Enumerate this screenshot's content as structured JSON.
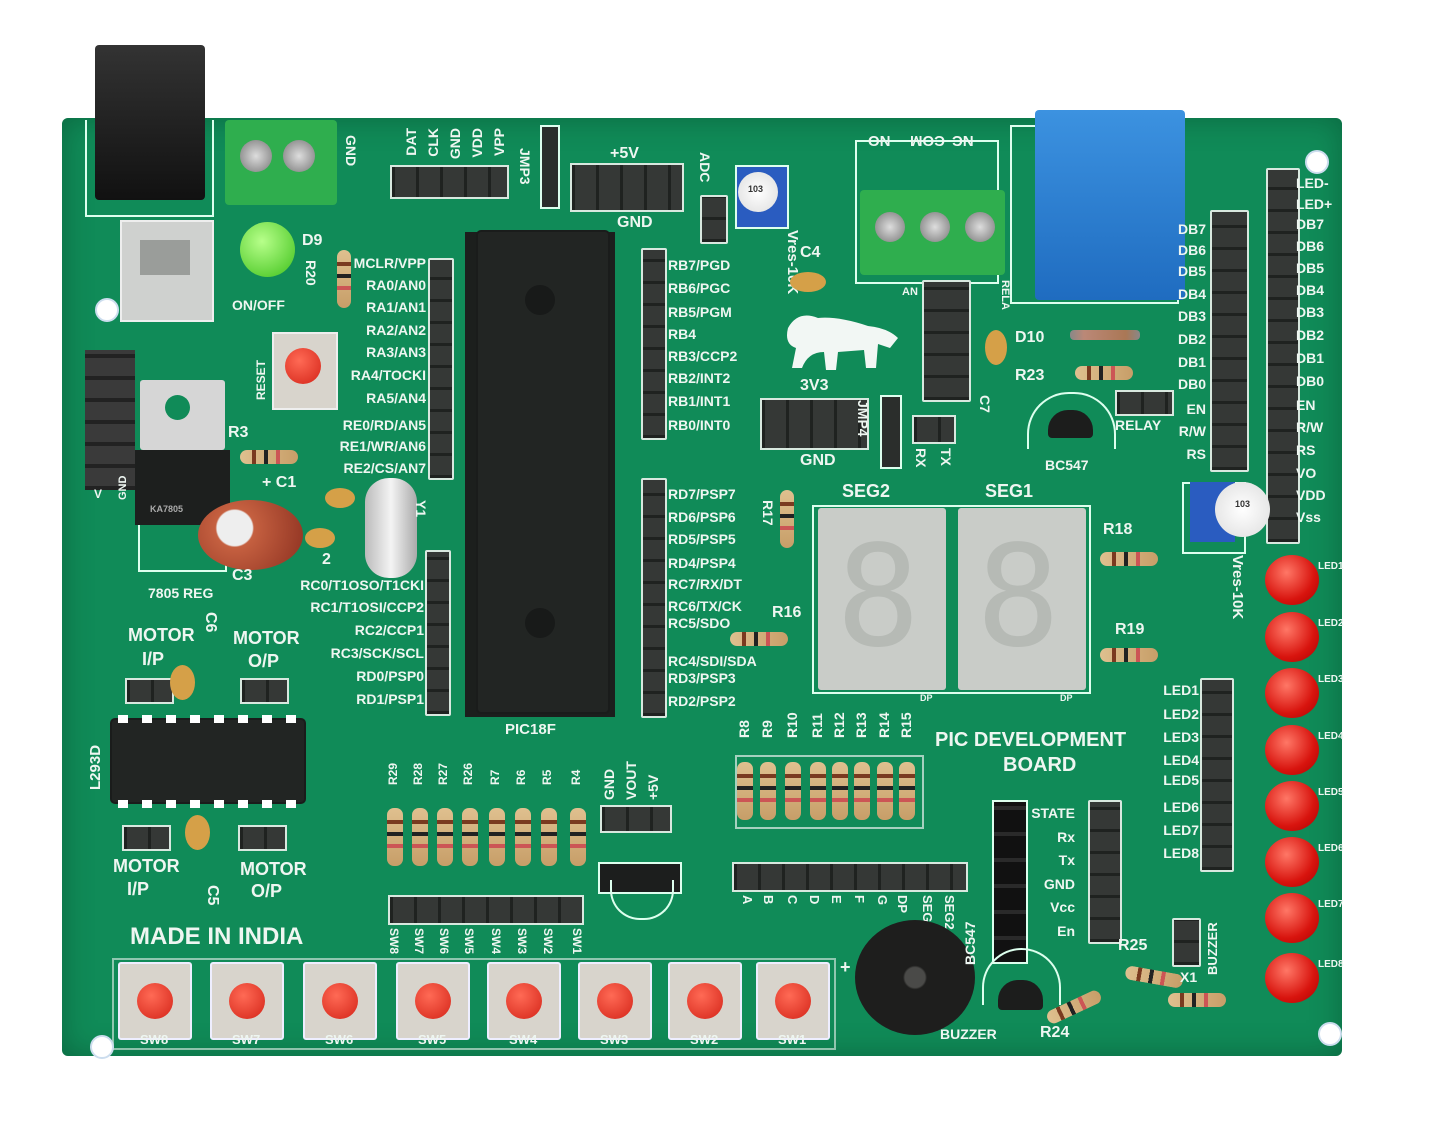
{
  "board": {
    "title_line1": "PIC DEVELOPMENT",
    "title_line2": "BOARD",
    "made_in": "MADE IN INDIA",
    "mcu": "PIC18F"
  },
  "power": {
    "terminal_gnd": "GND",
    "led": "D9",
    "switch": "ON/OFF",
    "r20": "R20",
    "reset": "RESET",
    "regulator": "7805 REG",
    "regulator_marking": "KA7805",
    "r3": "R3",
    "c1": "+ C1",
    "c2": "2",
    "c3": "C3",
    "y1": "Y1",
    "reg_pins": [
      "V",
      "GND"
    ]
  },
  "icsp": [
    "VPP",
    "VDD",
    "GND",
    "CLK",
    "DAT"
  ],
  "jmp3": "JMP3",
  "header_5v": {
    "top": "+5V",
    "bottom": "GND"
  },
  "adc": "ADC",
  "vres_adc": "Vres-10K",
  "c4": "C4",
  "relay": {
    "terminal": [
      "NC",
      "COM",
      "NO"
    ],
    "label": "RELA",
    "d10": "D10",
    "r23": "R23",
    "c7": "C7",
    "transistor": "BC547",
    "jumper": "RELAY",
    "an": "AN"
  },
  "port_left_a": [
    "MCLR/VPP",
    "RA0/AN0",
    "RA1/AN1",
    "RA2/AN2",
    "RA3/AN3",
    "RA4/TOCKI",
    "RA5/AN4",
    "RE0/RD/AN5",
    "RE1/WR/AN6",
    "RE2/CS/AN7"
  ],
  "port_left_c": [
    "RC0/T1OSO/T1CKI",
    "RC1/T1OSI/CCP2",
    "RC2/CCP1",
    "RC3/SCK/SCL",
    "RD0/PSP0",
    "RD1/PSP1"
  ],
  "port_right_b": [
    "RB7/PGD",
    "RB6/PGC",
    "RB5/PGM",
    "RB4",
    "RB3/CCP2",
    "RB2/INT2",
    "RB1/INT1",
    "RB0/INT0"
  ],
  "port_right_d": [
    "RD7/PSP7",
    "RD6/PSP6",
    "RD5/PSP5",
    "RD4/PSP4",
    "RC7/RX/DT",
    "RC6/TX/CK",
    "RC5/SDO",
    "RC4/SDI/SDA",
    "RD3/PSP3",
    "RD2/PSP2"
  ],
  "header_3v3": {
    "label": "3V3",
    "jumper": "JMP4",
    "gnd": "GND"
  },
  "uart": [
    "RX",
    "TX"
  ],
  "seven_segment": {
    "seg2": "SEG2",
    "seg1": "SEG1",
    "dp": "DP",
    "r16": "R16",
    "r17": "R17",
    "r18": "R18",
    "r19": "R19",
    "digits": [
      "8",
      "8"
    ]
  },
  "seg_resistors": [
    "R8",
    "R9",
    "R10",
    "R11",
    "R12",
    "R13",
    "R14",
    "R15"
  ],
  "seg_header": [
    "A",
    "B",
    "C",
    "D",
    "E",
    "F",
    "G",
    "DP",
    "SEG1",
    "SEG2"
  ],
  "motor": {
    "input": [
      "MOTOR",
      "I/P"
    ],
    "output": [
      "MOTOR",
      "O/P"
    ],
    "c6": "C6",
    "c5": "C5",
    "driver": "L293D"
  },
  "sw_resistors": [
    "R29",
    "R28",
    "R27",
    "R26",
    "R7",
    "R6",
    "R5",
    "R4"
  ],
  "sw_header": [
    "SW8",
    "SW7",
    "SW6",
    "SW5",
    "SW4",
    "SW3",
    "SW2",
    "SW1"
  ],
  "switches": [
    "SW8",
    "SW7",
    "SW6",
    "SW5",
    "SW4",
    "SW3",
    "SW2",
    "SW1"
  ],
  "pot_header": [
    "GND",
    "VOUT",
    "+5V"
  ],
  "bluetooth": [
    "STATE",
    "Rx",
    "Tx",
    "GND",
    "Vcc",
    "En"
  ],
  "buzzer": {
    "label": "BUZZER",
    "transistor": "BC547",
    "r24": "R24",
    "r25": "R25",
    "x1": "X1",
    "jumper": "BUZZER",
    "plus": "+"
  },
  "lcd_left": [
    "DB7",
    "DB6",
    "DB5",
    "DB4",
    "DB3",
    "DB2",
    "DB1",
    "DB0",
    "EN",
    "R/W",
    "RS"
  ],
  "lcd_right": [
    "LED-",
    "LED+",
    "DB7",
    "DB6",
    "DB5",
    "DB4",
    "DB3",
    "DB2",
    "DB1",
    "DB0",
    "EN",
    "R/W",
    "RS",
    "VO",
    "VDD",
    "Vss"
  ],
  "vres_lcd": "Vres-10K",
  "pot_marking": "103",
  "led_header": [
    "LED1",
    "LED2",
    "LED3",
    "LED4",
    "LED5",
    "LED6",
    "LED7",
    "LED8"
  ],
  "leds": [
    "LED1",
    "LED2",
    "LED3",
    "LED4",
    "LED5",
    "LED6",
    "LED7",
    "LED8"
  ],
  "colors": {
    "pcb": "#108b58",
    "silkscreen": "#eef6f1",
    "led_red": "#d8140e",
    "relay_blue": "#2a7fd0",
    "terminal_green": "#2fae4e"
  }
}
